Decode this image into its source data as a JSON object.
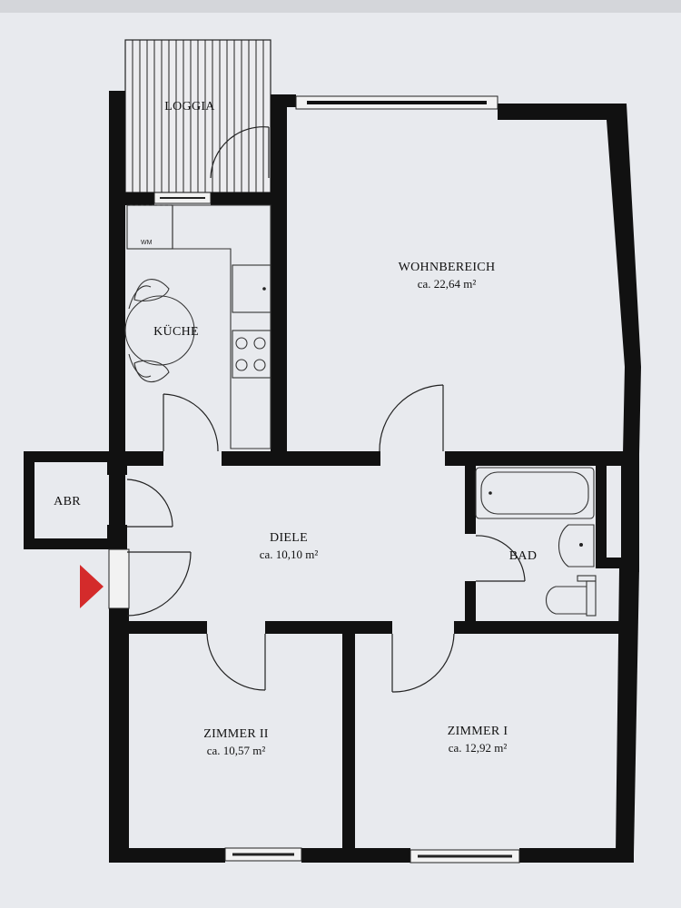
{
  "rooms": {
    "loggia": {
      "name": "LOGGIA"
    },
    "kueche": {
      "name": "KÜCHE",
      "wm_label": "WM"
    },
    "wohnbereich": {
      "name": "WOHNBEREICH",
      "area": "ca. 22,64 m²"
    },
    "abr": {
      "name": "ABR"
    },
    "diele": {
      "name": "DIELE",
      "area": "ca. 10,10 m²"
    },
    "bad": {
      "name": "BAD"
    },
    "zimmer2": {
      "name": "ZIMMER II",
      "area": "ca. 10,57 m²"
    },
    "zimmer1": {
      "name": "ZIMMER I",
      "area": "ca. 12,92 m²"
    }
  },
  "entrance_marker_color": "#d42b2b"
}
